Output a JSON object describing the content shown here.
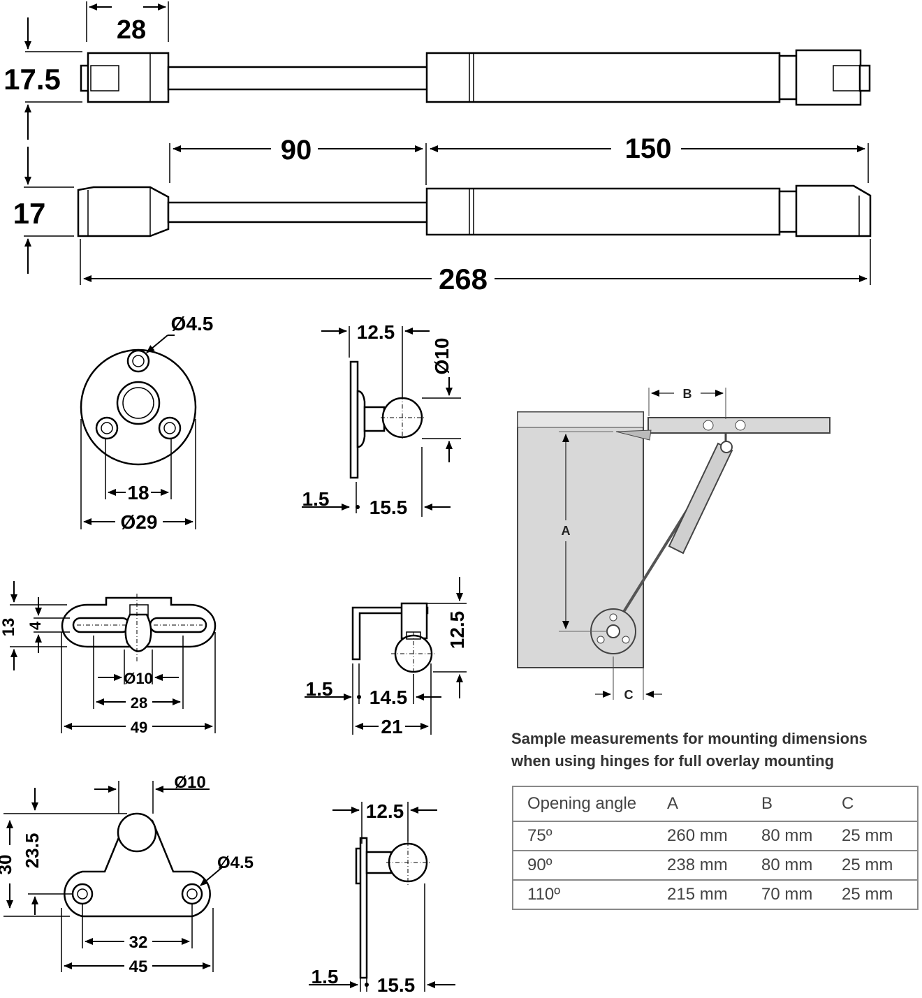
{
  "strut_top": {
    "length_label": "28",
    "height_label": "17.5"
  },
  "strut_bottom": {
    "rod_label": "90",
    "cylinder_label": "150",
    "height_label": "17",
    "total_label": "268"
  },
  "round_plate": {
    "hole_label": "Ø4.5",
    "pitch_label": "18",
    "diameter_label": "Ø29"
  },
  "ball_stud_1": {
    "width_label": "12.5",
    "ball_label": "Ø10",
    "thickness_label": "1.5",
    "depth_label": "15.5"
  },
  "slotted_plate": {
    "height_label": "13",
    "slot_label": "4",
    "ball_label": "Ø10",
    "pitch_label": "28",
    "width_label": "49"
  },
  "angle_bracket": {
    "height_label": "12.5",
    "thickness_label": "1.5",
    "depth_label": "14.5",
    "width_label": "21"
  },
  "triangle_plate": {
    "ball_label": "Ø10",
    "hole_label": "Ø4.5",
    "height_label": "30",
    "center_label": "23.5",
    "pitch_label": "32",
    "width_label": "45"
  },
  "ball_stud_2": {
    "width_label": "12.5",
    "thickness_label": "1.5",
    "depth_label": "15.5"
  },
  "mounting": {
    "label_a": "A",
    "label_b": "B",
    "label_c": "C"
  },
  "sample": {
    "title_line1": "Sample measurements for mounting dimensions",
    "title_line2": "when using hinges for full overlay mounting",
    "headers": [
      "Opening angle",
      "A",
      "B",
      "C"
    ],
    "rows": [
      [
        "75º",
        "260 mm",
        "80 mm",
        "25 mm"
      ],
      [
        "90º",
        "238 mm",
        "80 mm",
        "25 mm"
      ],
      [
        "110º",
        "215  mm",
        "70 mm",
        "25 mm"
      ]
    ]
  }
}
